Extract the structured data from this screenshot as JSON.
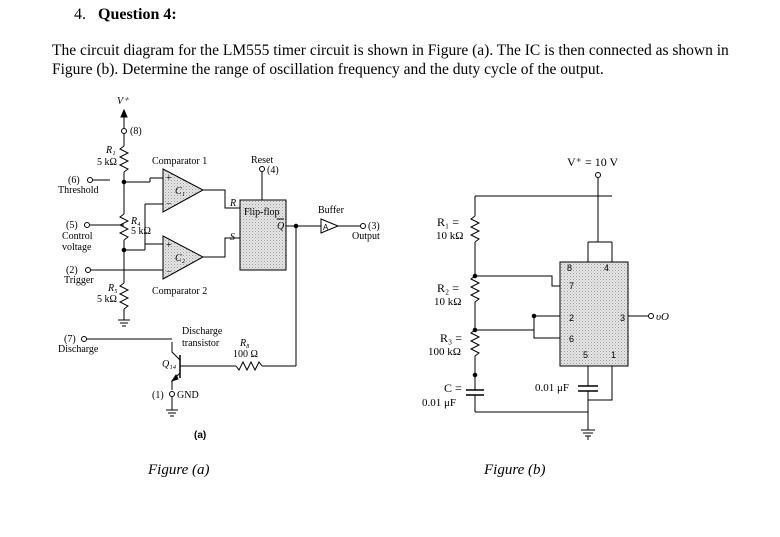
{
  "question": {
    "number": "4.",
    "label": "Question 4:",
    "text": "The circuit diagram for the LM555 timer circuit is shown in Figure (a). The IC is then connected as shown in Figure (b). Determine the range of oscillation frequency and the duty cycle of the output."
  },
  "figure_a": {
    "caption": "Figure (a)",
    "sublabel": "(a)",
    "vplus": "V⁺",
    "pin8": "(8)",
    "r1": "R₁",
    "r1_val": "5 kΩ",
    "r4": "R₄",
    "r4_val": "5 kΩ",
    "r5": "R₅",
    "r5_val": "5 kΩ",
    "pin6": "(6)",
    "threshold": "Threshold",
    "pin5": "(5)",
    "control": "Control",
    "voltage": "voltage",
    "pin2": "(2)",
    "trigger": "Trigger",
    "pin7": "(7)",
    "discharge": "Discharge",
    "comp1": "Comparator 1",
    "comp2": "Comparator 2",
    "c1": "C₁",
    "c2": "C₂",
    "reset": "Reset",
    "pin4": "(4)",
    "flipflop": "Flip-flop",
    "qbar": "Q",
    "r_in": "R",
    "s_in": "S",
    "buffer": "Buffer",
    "buffer_a": "A",
    "pin3": "(3)",
    "output": "Output",
    "discharge_t": "Discharge",
    "transistor": "transistor",
    "r8": "R₈",
    "r8_val": "100 Ω",
    "q14": "Q₁₄",
    "gnd": "(1)",
    "gnd_lbl": "GND"
  },
  "figure_b": {
    "caption": "Figure (b)",
    "vplus": "V⁺ = 10 V",
    "r1": "R₁ =",
    "r1_val": "10 kΩ",
    "r2": "R₂ =",
    "r2_val": "10 kΩ",
    "r3": "R₃ =",
    "r3_val": "100 kΩ",
    "c": "C =",
    "c_val": "0.01 μF",
    "c2_val": "0.01 μF",
    "pin8": "8",
    "pin4": "4",
    "pin7": "7",
    "pin2": "2",
    "pin3": "3",
    "pin6": "6",
    "pin5": "5",
    "pin1": "1",
    "vo": "υO"
  },
  "colors": {
    "ink": "#000000",
    "chip_fill": "#d9d9d9"
  }
}
